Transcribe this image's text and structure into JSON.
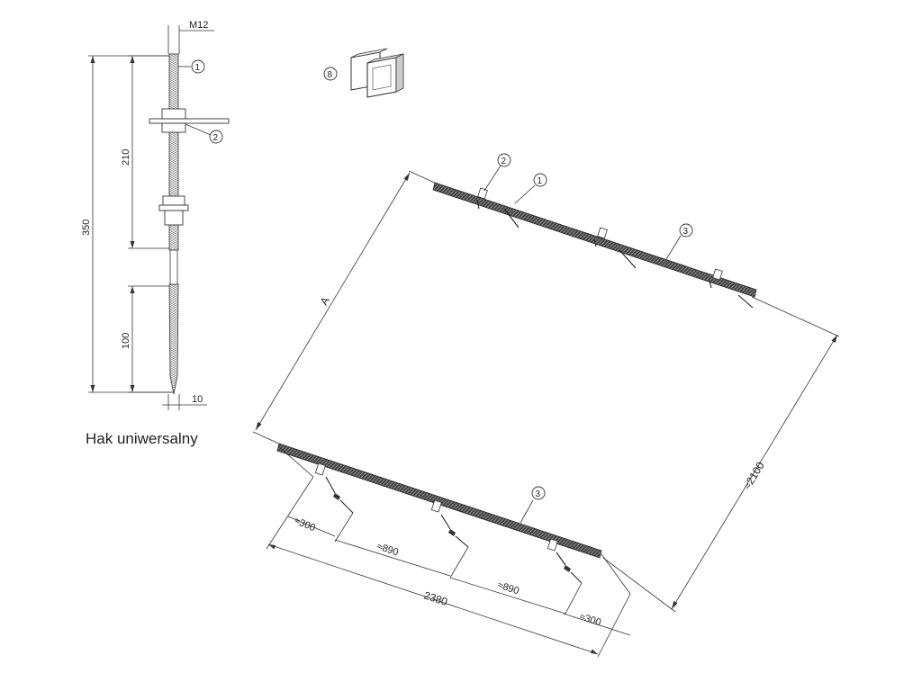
{
  "hook": {
    "title": "Hak uniwersalny",
    "labels": {
      "thread": "M12",
      "total_length": "350",
      "threaded_length": "210",
      "screw_length": "100",
      "tip": "10"
    },
    "callouts": [
      "1",
      "2"
    ]
  },
  "connector": {
    "callout": "8"
  },
  "layout": {
    "callouts": [
      "2",
      "1",
      "3",
      "3"
    ],
    "dims": {
      "a": "A",
      "height": "≈2100",
      "width": "2380",
      "edge_left": "≈300",
      "spacing_1": "≈890",
      "spacing_2": "≈890",
      "edge_right": "≈300"
    }
  }
}
